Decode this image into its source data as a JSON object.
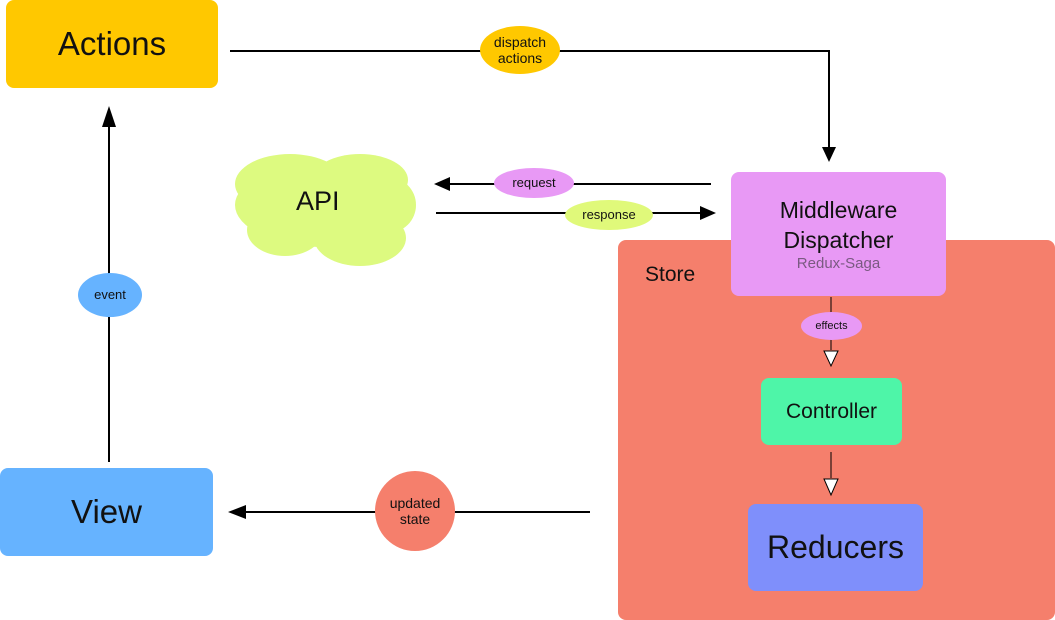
{
  "nodes": {
    "actions": "Actions",
    "view": "View",
    "api": "API",
    "store": "Store",
    "middleware_line1": "Middleware",
    "middleware_line2": "Dispatcher",
    "middleware_sub": "Redux-Saga",
    "controller": "Controller",
    "reducers": "Reducers"
  },
  "edge_labels": {
    "dispatch_line1": "dispatch",
    "dispatch_line2": "actions",
    "request": "request",
    "response": "response",
    "event": "event",
    "effects": "effects",
    "updated_line1": "updated",
    "updated_line2": "state"
  },
  "colors": {
    "actions": "#ffc800",
    "view": "#66b3ff",
    "store": "#f57f6c",
    "middleware": "#e899f5",
    "controller": "#4ef5a8",
    "reducers": "#7f8ffb",
    "api": "#ddfa80"
  }
}
